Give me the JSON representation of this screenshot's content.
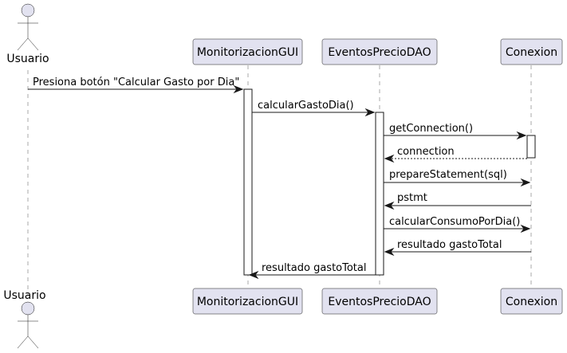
{
  "participants": {
    "usuario": "Usuario",
    "gui": "MonitorizacionGUI",
    "dao": "EventosPrecioDAO",
    "conexion": "Conexion"
  },
  "messages": [
    {
      "from": "usuario",
      "to": "gui",
      "label": "Presiona botón \"Calcular Gasto por Dia\"",
      "style": "solid"
    },
    {
      "from": "gui",
      "to": "dao",
      "label": "calcularGastoDia()",
      "style": "solid"
    },
    {
      "from": "dao",
      "to": "conexion",
      "label": "getConnection()",
      "style": "solid"
    },
    {
      "from": "conexion",
      "to": "dao",
      "label": "connection",
      "style": "dashed"
    },
    {
      "from": "dao",
      "to": "conexion",
      "label": "prepareStatement(sql)",
      "style": "solid"
    },
    {
      "from": "conexion",
      "to": "dao",
      "label": "pstmt",
      "style": "solid"
    },
    {
      "from": "dao",
      "to": "conexion",
      "label": "calcularConsumoPorDia()",
      "style": "solid"
    },
    {
      "from": "conexion",
      "to": "dao",
      "label": "resultado gastoTotal",
      "style": "solid"
    },
    {
      "from": "dao",
      "to": "gui",
      "label": "resultado gastoTotal",
      "style": "solid"
    }
  ]
}
